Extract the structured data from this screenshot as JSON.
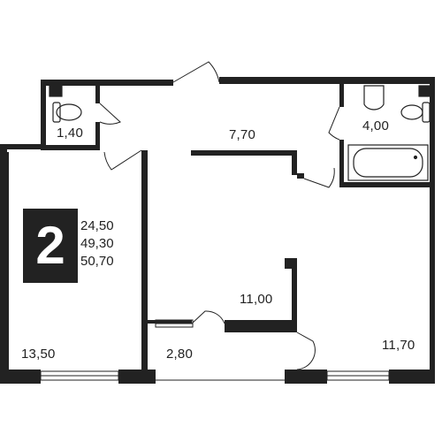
{
  "plan": {
    "rooms": [
      {
        "id": "wc",
        "label": "1,40"
      },
      {
        "id": "hall",
        "label": "7,70"
      },
      {
        "id": "bathroom",
        "label": "4,00"
      },
      {
        "id": "kitchen",
        "label": "11,00"
      },
      {
        "id": "room-left",
        "label": "13,50"
      },
      {
        "id": "loggia",
        "label": "2,80"
      },
      {
        "id": "room-right",
        "label": "11,70"
      }
    ],
    "badge": {
      "rooms_count": "2",
      "areas": [
        "24,50",
        "49,30",
        "50,70"
      ]
    }
  },
  "colors": {
    "wall": "#222222",
    "background": "#ffffff"
  }
}
